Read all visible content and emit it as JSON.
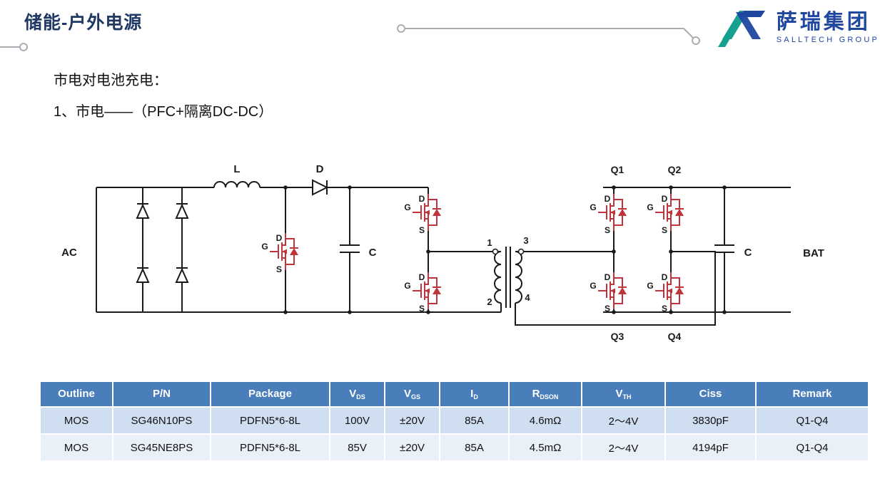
{
  "header": {
    "title": "储能-户外电源",
    "logo": {
      "cn": "萨瑞集团",
      "en": "SALLTECH GROUP"
    }
  },
  "intro": {
    "line1": "市电对电池充电：",
    "line2": "1、市电——（PFC+隔离DC-DC）"
  },
  "circuit": {
    "labels": {
      "ac": "AC",
      "bat": "BAT",
      "inductor": "L",
      "boost_diode": "D",
      "bus_cap": "C",
      "out_cap": "C",
      "gate": "G",
      "drain": "D",
      "source": "S",
      "q1": "Q1",
      "q2": "Q2",
      "q3": "Q3",
      "q4": "Q4",
      "pin1": "1",
      "pin2": "2",
      "pin3": "3",
      "pin4": "4"
    }
  },
  "table": {
    "headers": [
      {
        "text": "Outline"
      },
      {
        "text": "P/N"
      },
      {
        "text": "Package"
      },
      {
        "text": "V",
        "sub": "DS"
      },
      {
        "text": "V",
        "sub": "GS"
      },
      {
        "text": "I",
        "sub": "D"
      },
      {
        "text": "R",
        "sub": "DSON"
      },
      {
        "text": "V",
        "sub": "TH"
      },
      {
        "text": "Ciss"
      },
      {
        "text": "Remark"
      }
    ],
    "rows": [
      [
        "MOS",
        "SG46N10PS",
        "PDFN5*6-8L",
        "100V",
        "±20V",
        "85A",
        "4.6mΩ",
        "2～4V",
        "3830pF",
        "Q1-Q4"
      ],
      [
        "MOS",
        "SG45NE8PS",
        "PDFN5*6-8L",
        "85V",
        "±20V",
        "85A",
        "4.5mΩ",
        "2～4V",
        "4194pF",
        "Q1-Q4"
      ]
    ]
  },
  "colors": {
    "title": "#1f3864",
    "logo_blue": "#1f47a0",
    "logo_teal": "#17a08f",
    "mosfet_red": "#c0343c",
    "table_header_bg": "#4a7ebb",
    "table_row1_bg": "#cfdff1",
    "table_row2_bg": "#eaf0f8"
  }
}
